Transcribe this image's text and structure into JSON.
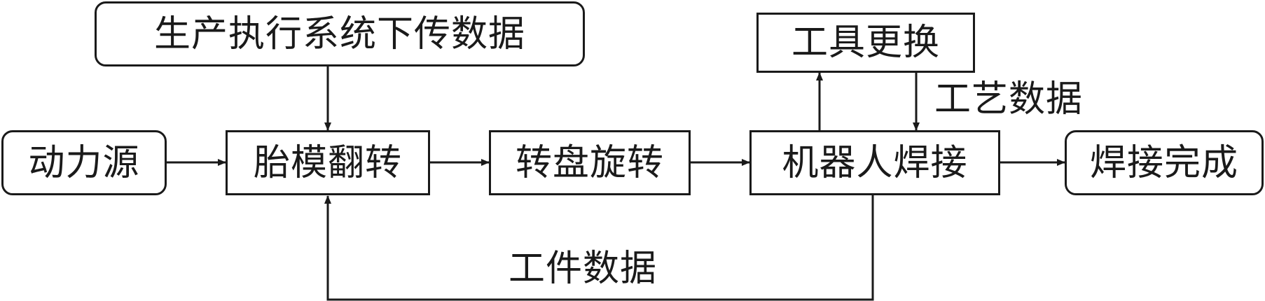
{
  "nodes": {
    "mes_download": "生产执行系统下传数据",
    "power_source": "动力源",
    "mold_flip": "胎模翻转",
    "turntable_rotate": "转盘旋转",
    "robot_weld": "机器人焊接",
    "weld_complete": "焊接完成",
    "tool_change": "工具更换"
  },
  "labels": {
    "process_data": "工艺数据",
    "workpiece_data": "工件数据"
  }
}
